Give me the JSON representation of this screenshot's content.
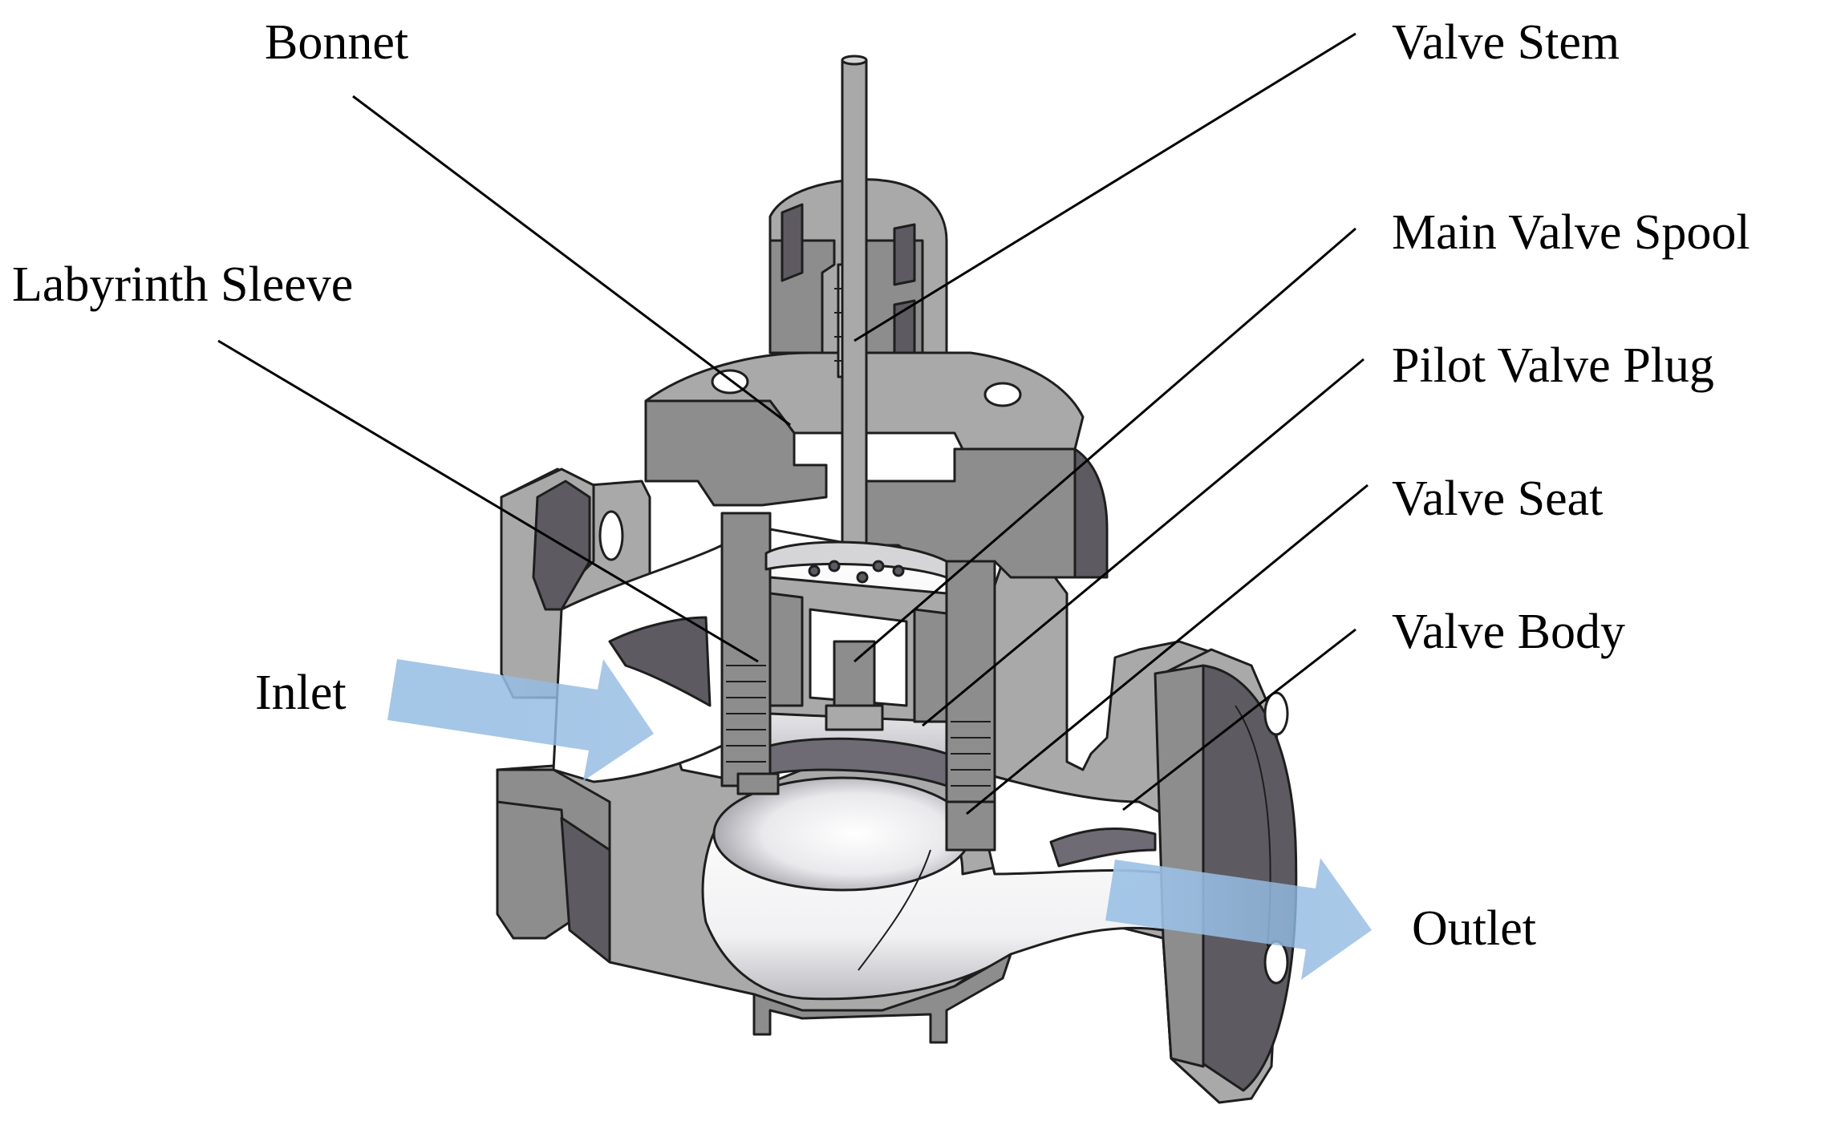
{
  "labels": {
    "bonnet": "Bonnet",
    "valve_stem": "Valve  Stem",
    "labyrinth_sleeve": "Labyrinth  Sleeve",
    "main_valve_spool": "Main  Valve  Spool",
    "pilot_valve_plug": "Pilot  Valve  Plug",
    "valve_seat": "Valve  Seat",
    "valve_body": "Valve  Body",
    "inlet": "Inlet",
    "outlet": "Outlet"
  },
  "colors": {
    "section_cut": "#8d8d8d",
    "metal_face": "#a9a9a9",
    "metal_dark": "#5e5a62",
    "flow_arrow": "#9fc3e6"
  }
}
